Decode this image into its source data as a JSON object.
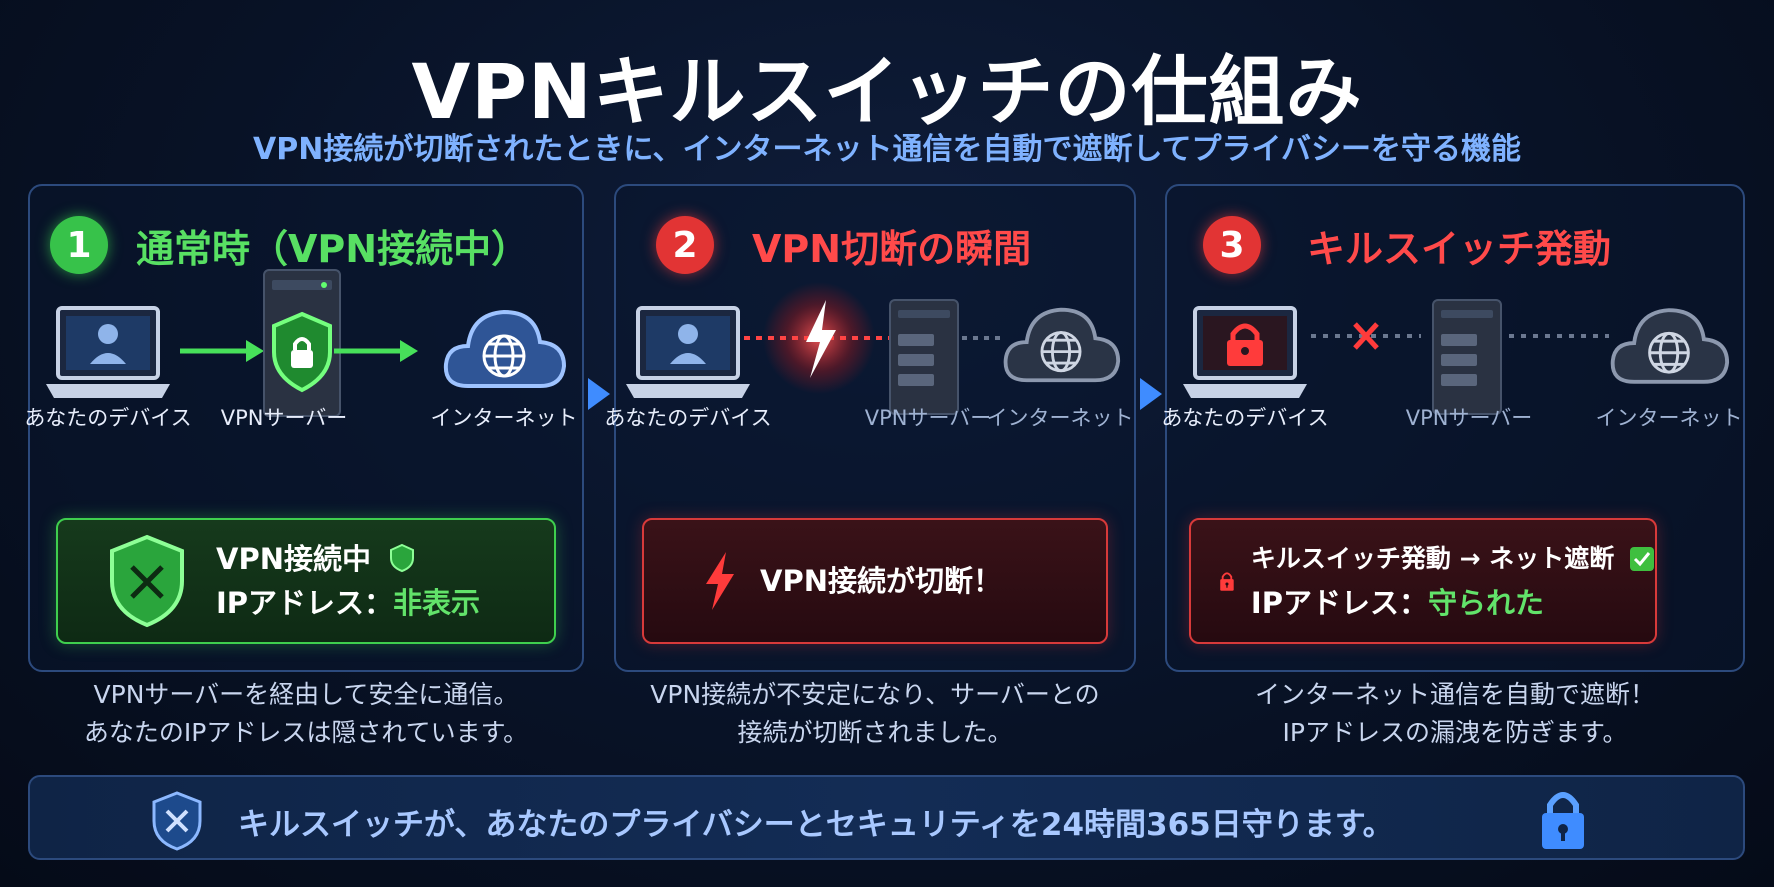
{
  "title": "VPNキルスイッチの仕組み",
  "subtitle": "VPN接続が切断されたときに、インターネット通信を自動で遮断してプライバシーを守る機能",
  "panels": [
    {
      "number": "1",
      "title": "通常時（VPN接続中）",
      "labels": {
        "device": "あなたのデバイス",
        "server": "VPNサーバー",
        "internet": "インターネット"
      },
      "status_line1": "VPN接続中",
      "status_line2_prefix": "IPアドレス：",
      "status_line2_value": "非表示",
      "caption_line1": "VPNサーバーを経由して安全に通信。",
      "caption_line2": "あなたのIPアドレスは隠されています。"
    },
    {
      "number": "2",
      "title": "VPN切断の瞬間",
      "labels": {
        "device": "あなたのデバイス",
        "server": "VPNサーバー",
        "internet": "インターネット"
      },
      "status_line1": "VPN接続が切断！",
      "caption_line1": "VPN接続が不安定になり、サーバーとの",
      "caption_line2": "接続が切断されました。"
    },
    {
      "number": "3",
      "title": "キルスイッチ発動",
      "labels": {
        "device": "あなたのデバイス",
        "server": "VPNサーバー",
        "internet": "インターネット"
      },
      "status_line1": "キルスイッチ発動 → ネット遮断",
      "status_line2_prefix": "IPアドレス：",
      "status_line2_value": "守られた",
      "caption_line1": "インターネット通信を自動で遮断！",
      "caption_line2": "IPアドレスの漏洩を防ぎます。"
    }
  ],
  "footer": "キルスイッチが、あなたのプライバシーとセキュリティを24時間365日守ります。",
  "colors": {
    "accent_blue": "#7fb2ff",
    "green": "#58e063",
    "red": "#ff4a4a",
    "panel_border": "#2c4a7d"
  },
  "icons": [
    "laptop-icon",
    "user-icon",
    "server-icon",
    "shield-lock-icon",
    "cloud-globe-icon",
    "lightning-icon",
    "padlock-icon",
    "x-mark-icon",
    "checkmark-icon",
    "shield-tools-icon"
  ]
}
